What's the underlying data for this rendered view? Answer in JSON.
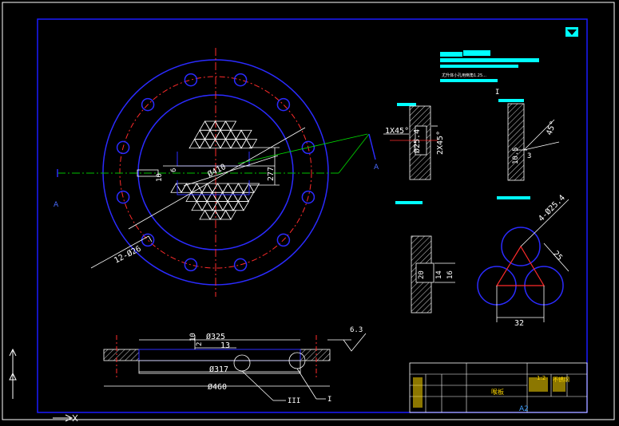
{
  "colors": {
    "background": "#000000",
    "frame": "#1a1aff",
    "outline": "#2b2bff",
    "centerline": "#ff2b2b",
    "dimension": "#ffffff",
    "cyan": "#00ffff",
    "green": "#00e000",
    "title_text": "#ffd800"
  },
  "view_labels": {
    "section_left": "A",
    "section_right": "A",
    "leader_1": "III",
    "leader_2": "I",
    "detail_a": "I"
  },
  "dimensions": {
    "top_view_bolts": "12-Ø26",
    "top_view_dia": "Ø410",
    "top_view_offset": "277",
    "top_view_small_6": "6",
    "top_view_small_10": "10",
    "section_dia_325": "Ø325",
    "section_dia_317": "Ø317",
    "section_dia_460": "Ø460",
    "section_13": "13",
    "section_10": "10",
    "section_2": "2",
    "roughness": "6.3",
    "detail1_chamfer": "1X45°",
    "detail1_dia": "Ø25.4",
    "detail1_chamfer2": "2X45°",
    "detail2_angle": "45°",
    "detail2_depth": "10.5",
    "detail2_small": "3",
    "detail3_20": "20",
    "detail3_14": "14",
    "detail3_16": "16",
    "detail4_holes": "4-Ø25.4",
    "detail4_r": "25",
    "detail4_w": "32"
  },
  "title_block": {
    "part_name": "喉板",
    "drawing_size": "A2",
    "scale": "1:2",
    "material": "不锈钢"
  },
  "tech_req": {
    "line": "尤升体小孔用倒角1.25..."
  }
}
